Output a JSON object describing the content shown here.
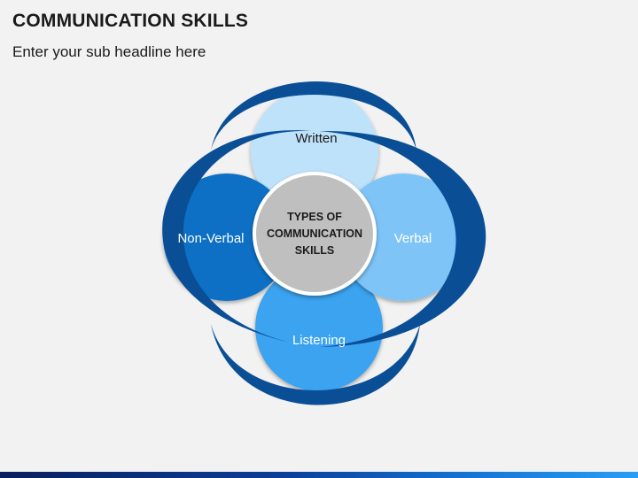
{
  "header": {
    "title": "COMMUNICATION SKILLS",
    "subtitle": "Enter your sub headline here"
  },
  "diagram": {
    "center": {
      "line1": "TYPES OF",
      "line2": "COMMUNICATION",
      "line3": "SKILLS"
    },
    "petals": {
      "top": "Written",
      "right": "Verbal",
      "bottom": "Listening",
      "left": "Non-Verbal"
    }
  },
  "colors": {
    "ring": "#0a4f96",
    "petal_top": "#bfe2fb",
    "petal_right": "#7fc4f7",
    "petal_bottom": "#3aa3f0",
    "petal_left": "#0a6fc4",
    "center": "#bfbfbf"
  }
}
